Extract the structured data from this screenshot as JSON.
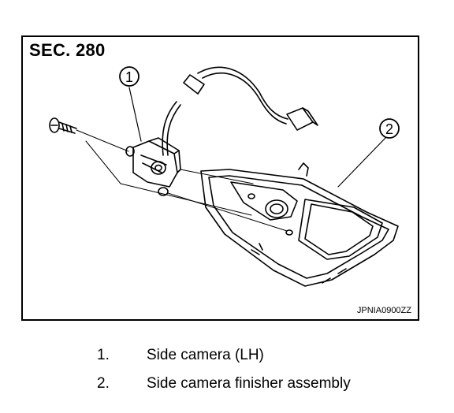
{
  "figure": {
    "section": "SEC. 280",
    "code": "JPNIA0900ZZ",
    "callouts": [
      "1",
      "2"
    ]
  },
  "legend": [
    {
      "number": "1.",
      "label": "Side camera (LH)"
    },
    {
      "number": "2.",
      "label": "Side camera finisher assembly"
    }
  ]
}
